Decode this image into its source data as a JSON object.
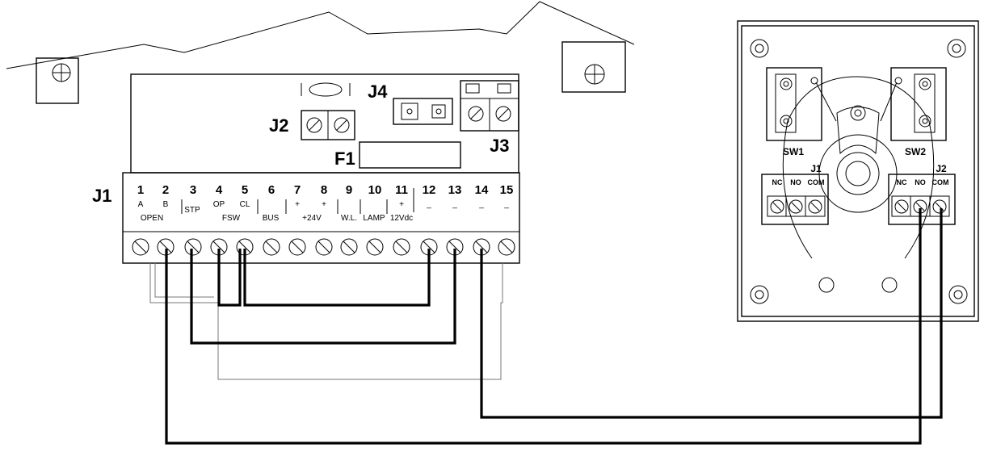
{
  "board": {
    "connectors": {
      "j1": "J1",
      "j2": "J2",
      "j3": "J3",
      "j4": "J4",
      "f1": "F1"
    },
    "terminals": [
      {
        "num": "1",
        "sub": "A"
      },
      {
        "num": "2",
        "sub": "B"
      },
      {
        "num": "3",
        "sub": ""
      },
      {
        "num": "4",
        "sub": "OP"
      },
      {
        "num": "5",
        "sub": "CL"
      },
      {
        "num": "6",
        "sub": ""
      },
      {
        "num": "7",
        "sub": "+"
      },
      {
        "num": "8",
        "sub": "+"
      },
      {
        "num": "9",
        "sub": ""
      },
      {
        "num": "10",
        "sub": ""
      },
      {
        "num": "11",
        "sub": "+"
      },
      {
        "num": "12",
        "sub": "_"
      },
      {
        "num": "13",
        "sub": "_"
      },
      {
        "num": "14",
        "sub": "_"
      },
      {
        "num": "15",
        "sub": "_"
      }
    ],
    "groups": {
      "open": "OPEN",
      "stp": "STP",
      "fsw": "FSW",
      "bus": "BUS",
      "v24": "+24V",
      "wl": "W.L.",
      "lamp": "LAMP",
      "v12": "12Vdc"
    }
  },
  "switch_box": {
    "sw1": "SW1",
    "sw2": "SW2",
    "j1": "J1",
    "j2": "J2",
    "pins_left": [
      "NC",
      "NO",
      "COM"
    ],
    "pins_right": [
      "NC",
      "NO",
      "COM"
    ]
  }
}
